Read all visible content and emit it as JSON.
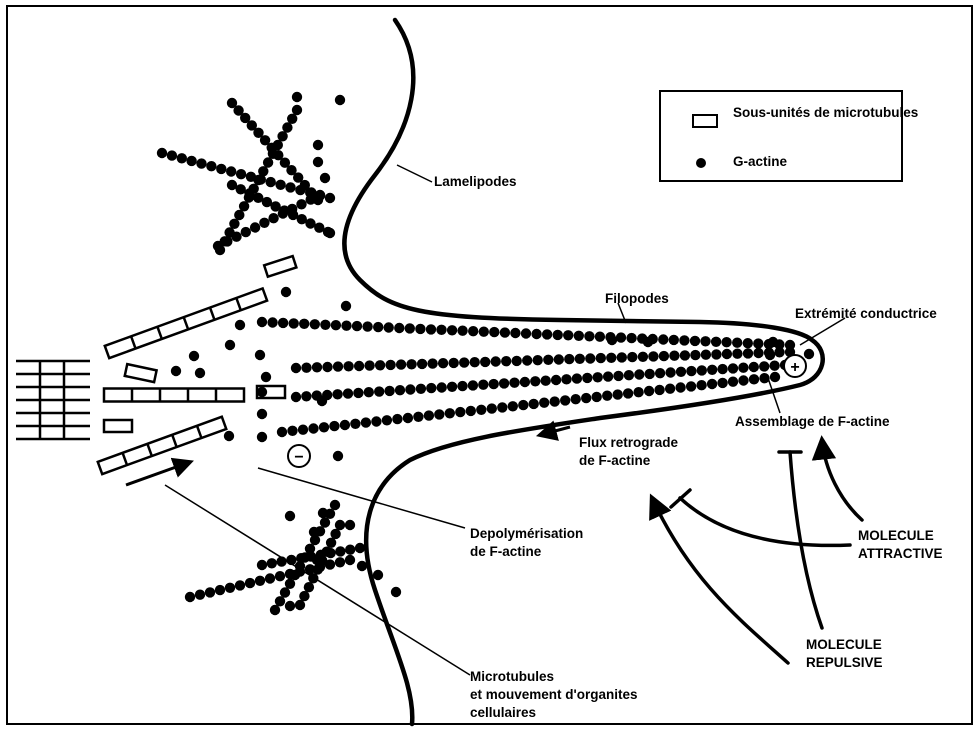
{
  "legend": {
    "microtubule_label_1": "Sous-unités de",
    "microtubule_label_2": "microtubules",
    "gactin_label": "G-actine"
  },
  "labels": {
    "lamelipodes": "Lamelipodes",
    "filopodes": "Filopodes",
    "extremite": "Extrémité conductrice",
    "assemblage": "Assemblage de F-actine",
    "flux_1": "Flux retrograde",
    "flux_2": "de F-actine",
    "depoly_1": "Depolymérisation",
    "depoly_2": "de F-actine",
    "micro_1": "Microtubules",
    "micro_2": "et mouvement d'organites",
    "micro_3": "cellulaires",
    "attractive_1": "MOLECULE",
    "attractive_2": "ATTRACTIVE",
    "repulsive_1": "MOLECULE",
    "repulsive_2": "REPULSIVE",
    "plus_sign": "+",
    "minus_sign": "−"
  }
}
